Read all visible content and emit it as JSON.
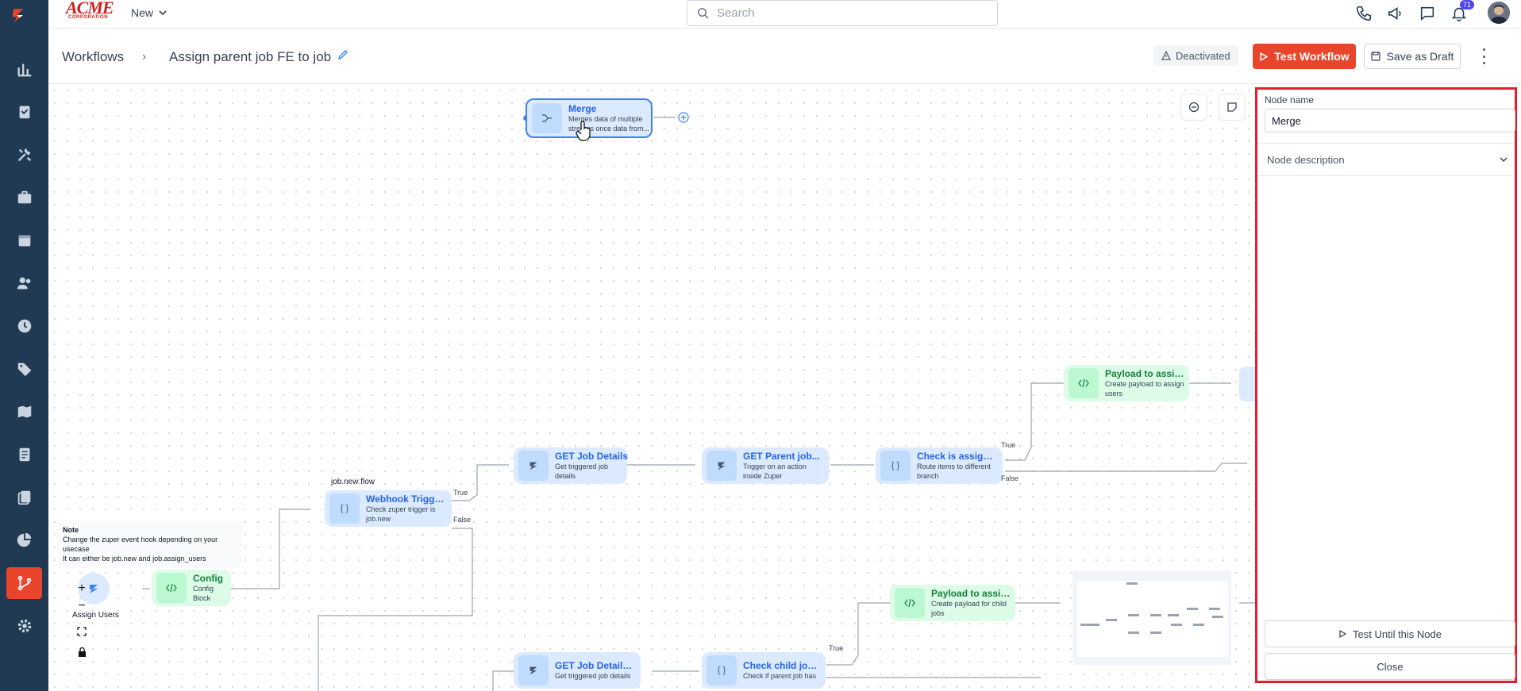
{
  "topbar": {
    "brand_main": "ACME",
    "brand_sub": "CORPORATION",
    "new_label": "New",
    "search_placeholder": "Search",
    "notification_count": "71"
  },
  "header": {
    "breadcrumb_root": "Workflows",
    "workflow_title": "Assign parent job FE to job",
    "status": "Deactivated",
    "test_button": "Test Workflow",
    "draft_button": "Save as Draft"
  },
  "canvas": {
    "nodes": {
      "merge": {
        "title": "Merge",
        "desc": "Merges data of multiple streams once data from..."
      },
      "config": {
        "title": "Config",
        "desc": "Config Block"
      },
      "webhook": {
        "title": "Webhook Trigger...",
        "desc": "Check zuper trigger is job.new"
      },
      "get_job": {
        "title": "GET Job Details",
        "desc": "Get triggered job details"
      },
      "get_parent": {
        "title": "GET Parent job...",
        "desc": "Trigger on an action inside Zuper"
      },
      "check_assigned": {
        "title": "Check is assigned...",
        "desc": "Route items to different branch"
      },
      "payload_assign": {
        "title": "Payload to assign...",
        "desc": "Create payload to assign users"
      },
      "payload_child": {
        "title": "Payload to assign...",
        "desc": "Create payload for child jobs"
      },
      "get_job_2": {
        "title": "GET Job Details...",
        "desc": "Get triggered job details"
      },
      "check_child": {
        "title": "Check child jobs...",
        "desc": "Check if parent job has"
      }
    },
    "edge_labels": {
      "true": "True",
      "false": "False"
    },
    "flow_label": "job.new flow",
    "trigger_label": "Assign Users",
    "note_title": "Note",
    "note_line1": "Change the zuper event hook depending on your usecase",
    "note_line2": "It can either be job.new and job.assign_users"
  },
  "panel": {
    "node_name_label": "Node name",
    "node_name_value": "Merge",
    "node_description_label": "Node description",
    "test_until_label": "Test Until this Node",
    "close_label": "Close"
  },
  "colors": {
    "nav_bg": "#1f3a52",
    "accent": "#e8452c",
    "node_blue": "#dbeafe",
    "node_green": "#dcfce7",
    "highlight": "#e11d2e"
  }
}
